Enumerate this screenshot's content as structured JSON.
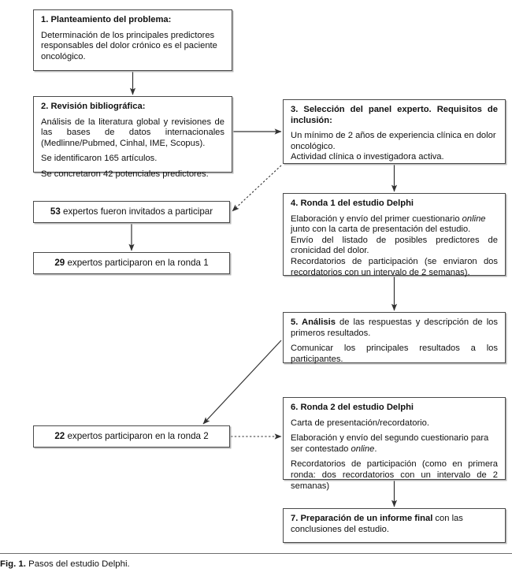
{
  "figure": {
    "label": "Fig. 1.",
    "caption": "Pasos del estudio Delphi."
  },
  "nodes": {
    "box1": {
      "name": "planteamiento-del-problema",
      "heading": "1. Planteamiento del problema:",
      "lines": [
        "Determinación de los principales predictores responsables del dolor crónico es el paciente oncológico."
      ]
    },
    "box2": {
      "name": "revision-bibliografica",
      "heading": "2. Revisión bibliográfica:",
      "lines": [
        "Análisis de la literatura global y revisiones de las bases de datos internacionales (Medlinne/Pubmed, Cinhal, IME, Scopus).",
        "Se identificaron 165 artículos.",
        "Se concretaron 42 potenciales predictores."
      ]
    },
    "box3": {
      "name": "seleccion-panel-experto",
      "heading": "3. Selección del panel experto. Requisitos de inclusión:",
      "lines": [
        "Un mínimo de 2 años de experiencia clínica en dolor oncológico.",
        "Actividad clínica o investigadora activa."
      ]
    },
    "box4": {
      "name": "ronda-1-estudio-delphi",
      "heading": "4. Ronda 1 del estudio Delphi",
      "line1_a": "Elaboración y envío del primer cuestionario ",
      "line1_em": "online",
      "line1_b": " junto con la carta de presentación del estudio.",
      "line2": "Envío del listado de posibles predictores de cronicidad del dolor.",
      "line3": "Recordatorios de participación (se enviaron dos recordatorios con un intervalo de 2 semanas)."
    },
    "box5": {
      "name": "analisis-respuestas",
      "heading_num": "5. ",
      "heading_word": "Análisis",
      "heading_rest": " de las respuestas y descripción de los primeros resultados.",
      "lines": [
        "Comunicar los principales resultados a los participantes."
      ]
    },
    "box6": {
      "name": "ronda-2-estudio-delphi",
      "heading": "6. Ronda 2 del estudio Delphi",
      "line1": "Carta de presentación/recordatorio.",
      "line2_a": "Elaboración y envío del segundo cuestionario para ser contestado ",
      "line2_em": "online",
      "line2_b": ".",
      "line3": "Recordatorios de participación (como en primera ronda: dos recordatorios con un intervalo de 2 semanas)"
    },
    "box7": {
      "name": "preparacion-informe-final",
      "heading_num": "7. ",
      "heading_word": "Preparación de un informe final",
      "heading_rest": " con las conclusiones del estudio."
    },
    "boxA": {
      "name": "expertos-invitados",
      "number": "53",
      "text": " expertos fueron invitados a participar"
    },
    "boxB": {
      "name": "expertos-ronda-1",
      "number": "29",
      "text": " expertos participaron en la ronda 1"
    },
    "boxC": {
      "name": "expertos-ronda-2",
      "number": "22",
      "text": " expertos participaron en la ronda 2"
    }
  },
  "connectors": [
    {
      "id": "c1",
      "from": "box1",
      "to": "box2",
      "style": "solid"
    },
    {
      "id": "c2",
      "from": "box2",
      "to": "box3",
      "style": "solid"
    },
    {
      "id": "c3",
      "from": "box3",
      "to": "boxA",
      "style": "dotted"
    },
    {
      "id": "c4",
      "from": "box3",
      "to": "box4",
      "style": "solid"
    },
    {
      "id": "c5",
      "from": "boxA",
      "to": "boxB",
      "style": "solid"
    },
    {
      "id": "c6",
      "from": "box4",
      "to": "box5",
      "style": "solid"
    },
    {
      "id": "c7",
      "from": "box5",
      "to": "boxC",
      "style": "solid"
    },
    {
      "id": "c8",
      "from": "boxC",
      "to": "box6",
      "style": "dotted"
    },
    {
      "id": "c9",
      "from": "box6",
      "to": "box7",
      "style": "solid"
    }
  ],
  "colors": {
    "border": "#4a4a4a",
    "shadow": "#b9b9b9",
    "line": "#333333",
    "text": "#111111",
    "background": "#ffffff"
  }
}
